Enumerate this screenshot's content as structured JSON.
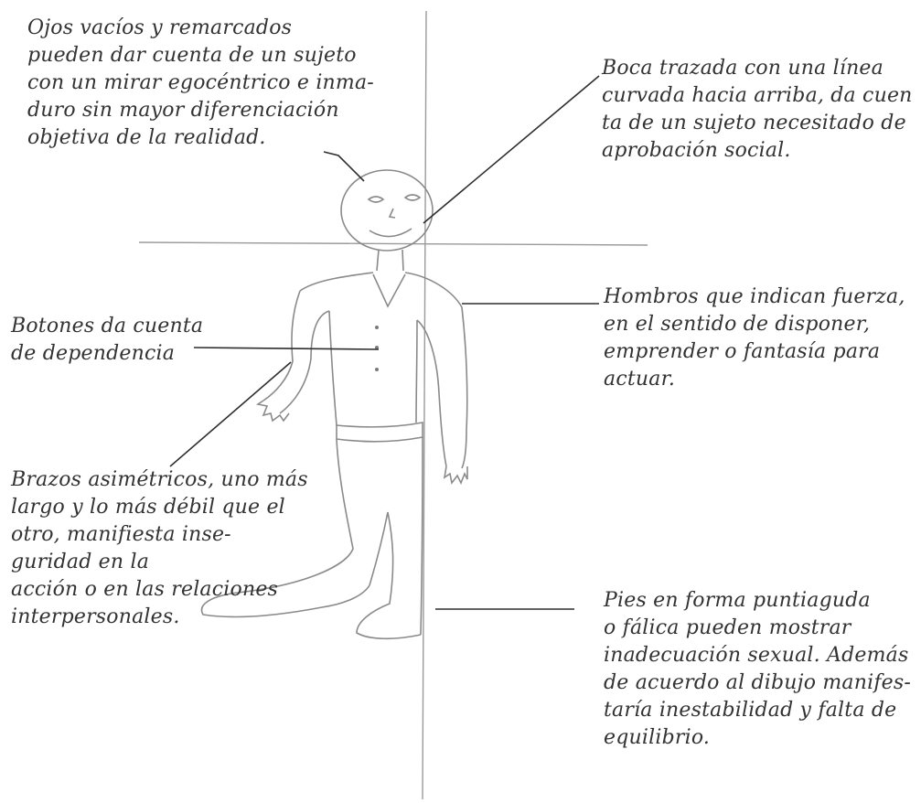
{
  "colors": {
    "ink": "#333333",
    "pencil": "#8a8a8a",
    "paper": "#ffffff"
  },
  "notes": {
    "eyes": [
      "Ojos vacíos y remarcados",
      "pueden dar cuenta de un sujeto",
      "con un mirar egocéntrico e inma-",
      "duro sin mayor diferenciación",
      "objetiva de la realidad."
    ],
    "mouth": [
      "Boca trazada con una línea",
      "curvada hacia arriba, da cuen",
      "ta de un sujeto necesitado de",
      "aprobación social."
    ],
    "buttons": [
      "Botones da cuenta",
      "de dependencia"
    ],
    "shoulders": [
      "Hombros que indican fuerza,",
      "en el sentido de disponer,",
      "emprender o fantasía para",
      "actuar."
    ],
    "arms": [
      "Brazos asimétricos, uno más",
      "largo y lo más débil que el",
      "otro, manifiesta inse-",
      "guridad en la",
      "acción o en las relaciones",
      "interpersonales."
    ],
    "feet": [
      "Pies en forma puntiaguda",
      "o fálica pueden mostrar",
      "inadecuación sexual. Además",
      "de acuerdo al dibujo manifes-",
      "taría inestabilidad y falta de",
      "equilibrio."
    ]
  }
}
